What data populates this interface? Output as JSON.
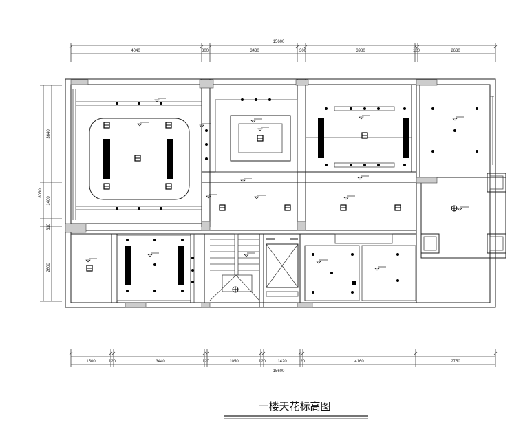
{
  "drawing": {
    "title": "一楼天花标高图",
    "top_dimensions": {
      "total": "15600",
      "segments": [
        "4040",
        "300",
        "3430",
        "300",
        "3980",
        "120",
        "2630"
      ]
    },
    "bottom_dimensions": {
      "total": "15600",
      "segments": [
        "1500",
        "120",
        "3440",
        "120",
        "1050",
        "120",
        "1420",
        "120",
        "4160",
        "2750"
      ]
    },
    "left_dimensions": {
      "total": "8030",
      "segments": [
        "3640",
        "1400",
        "310",
        "2600"
      ]
    },
    "colors": {
      "line": "#222222",
      "column_fill": "#cccccc",
      "fixture_fill": "#000000"
    }
  }
}
